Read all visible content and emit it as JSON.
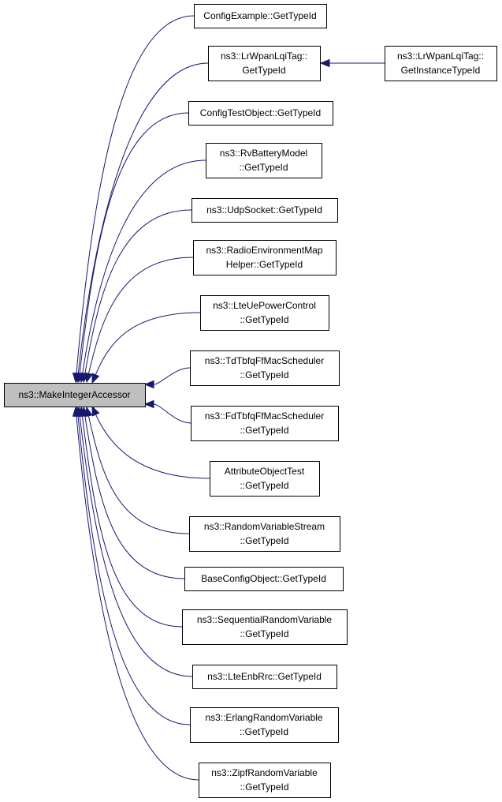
{
  "root": {
    "id": "root",
    "lines": [
      "ns3::MakeIntegerAccessor"
    ]
  },
  "callers": [
    {
      "id": "n1",
      "lines": [
        "ConfigExample::GetTypeId"
      ]
    },
    {
      "id": "n2",
      "lines": [
        "ns3::LrWpanLqiTag::",
        "GetTypeId"
      ]
    },
    {
      "id": "n3",
      "lines": [
        "ConfigTestObject::GetTypeId"
      ]
    },
    {
      "id": "n4",
      "lines": [
        "ns3::RvBatteryModel",
        "::GetTypeId"
      ]
    },
    {
      "id": "n5",
      "lines": [
        "ns3::UdpSocket::GetTypeId"
      ]
    },
    {
      "id": "n6",
      "lines": [
        "ns3::RadioEnvironmentMap",
        "Helper::GetTypeId"
      ]
    },
    {
      "id": "n7",
      "lines": [
        "ns3::LteUePowerControl",
        "::GetTypeId"
      ]
    },
    {
      "id": "n8",
      "lines": [
        "ns3::TdTbfqFfMacScheduler",
        "::GetTypeId"
      ]
    },
    {
      "id": "n9",
      "lines": [
        "ns3::FdTbfqFfMacScheduler",
        "::GetTypeId"
      ]
    },
    {
      "id": "n10",
      "lines": [
        "AttributeObjectTest",
        "::GetTypeId"
      ]
    },
    {
      "id": "n11",
      "lines": [
        "ns3::RandomVariableStream",
        "::GetTypeId"
      ]
    },
    {
      "id": "n12",
      "lines": [
        "BaseConfigObject::GetTypeId"
      ]
    },
    {
      "id": "n13",
      "lines": [
        "ns3::SequentialRandomVariable",
        "::GetTypeId"
      ]
    },
    {
      "id": "n14",
      "lines": [
        "ns3::LteEnbRrc::GetTypeId"
      ]
    },
    {
      "id": "n15",
      "lines": [
        "ns3::ErlangRandomVariable",
        "::GetTypeId"
      ]
    },
    {
      "id": "n16",
      "lines": [
        "ns3::ZipfRandomVariable",
        "::GetTypeId"
      ]
    }
  ],
  "second_level": [
    {
      "id": "n17",
      "lines": [
        "ns3::LrWpanLqiTag::",
        "GetInstanceTypeId"
      ],
      "target": "n2"
    }
  ],
  "edge_color": "#191970",
  "root_fill": "#bfbfbf"
}
